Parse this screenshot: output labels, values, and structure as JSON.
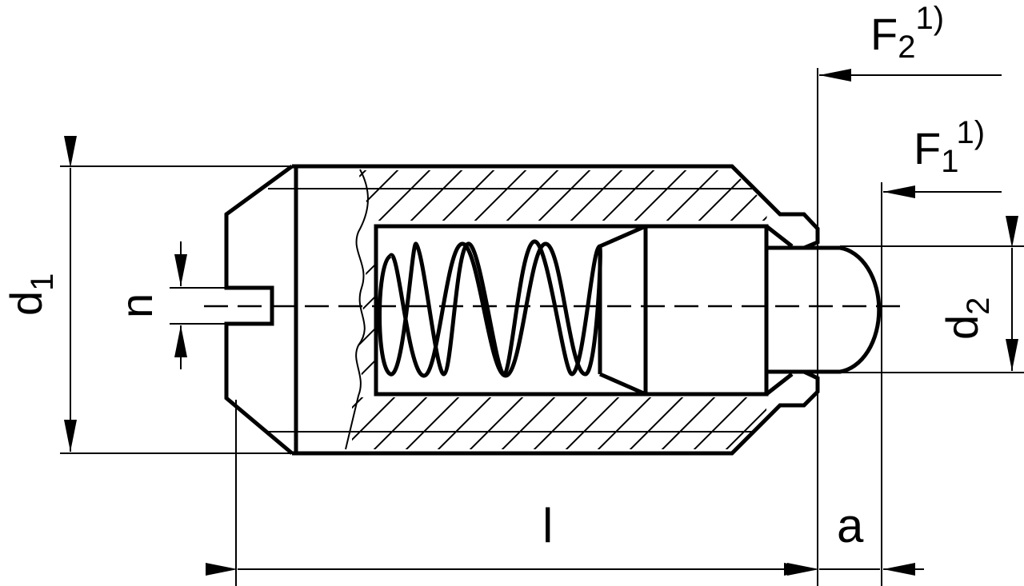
{
  "diagram": {
    "labels": {
      "d1": {
        "main": "d",
        "sub": "1"
      },
      "n": "n",
      "d2": {
        "main": "d",
        "sub": "2"
      },
      "l": "l",
      "a": "a",
      "F1": {
        "main": "F",
        "sub": "1",
        "sup": "1)"
      },
      "F2": {
        "main": "F",
        "sub": "2",
        "sup": "1)"
      }
    }
  }
}
